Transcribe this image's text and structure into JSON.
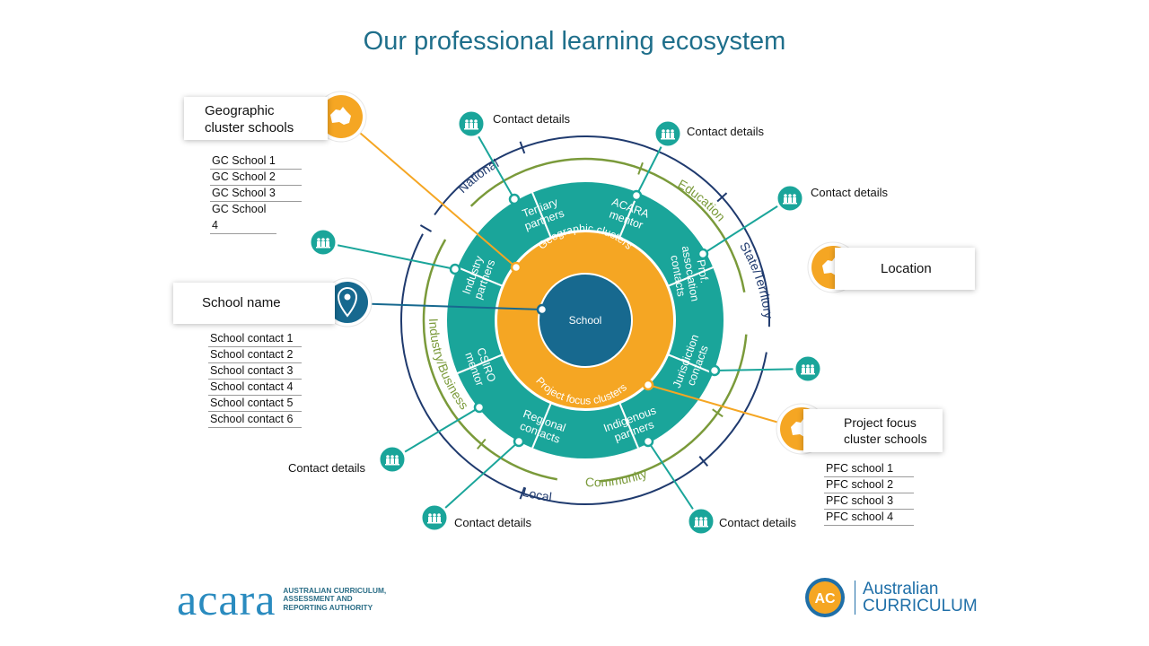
{
  "title": "Our professional learning ecosystem",
  "center": "School",
  "inner_ring": {
    "top": "Geographic clusters",
    "bottom": "Project focus clusters"
  },
  "segments": [
    {
      "label": [
        "Tertiary",
        "partners"
      ]
    },
    {
      "label": [
        "ACARA",
        "mentor"
      ]
    },
    {
      "label": [
        "Prof.",
        "association",
        "contacts"
      ]
    },
    {
      "label": [
        "Jurisdiction",
        "contacts"
      ]
    },
    {
      "label": [
        "Indigenous",
        "partners"
      ]
    },
    {
      "label": [
        "Regional",
        "contacts"
      ]
    },
    {
      "label": [
        "CSIRO",
        "mentor"
      ]
    },
    {
      "label": [
        "Industry",
        "partners"
      ]
    }
  ],
  "outer_labels": {
    "national": "National",
    "education": "Education",
    "state": "State/Territory",
    "industry": "Industry/Business",
    "community": "Community",
    "local": "Local"
  },
  "callouts": {
    "geographic": [
      "Geographic",
      "cluster schools"
    ],
    "school_name": "School name",
    "location": "Location",
    "project_focus": [
      "Project focus",
      "cluster schools"
    ]
  },
  "gc_schools": [
    "GC School 1",
    "GC School 2",
    "GC School 3",
    "GC School 4"
  ],
  "school_contacts": [
    "School contact 1",
    "School contact 2",
    "School contact 3",
    "School contact 4",
    "School contact 5",
    "School contact 6"
  ],
  "pfc_schools": [
    "PFC school 1",
    "PFC school 2",
    "PFC school 3",
    "PFC school 4"
  ],
  "contact_label": "Contact details",
  "logos": {
    "acara_word": "acara",
    "acara_sub": [
      "AUSTRALIAN CURRICULUM,",
      "ASSESSMENT AND",
      "REPORTING AUTHORITY"
    ],
    "ac_mark": "AC",
    "ac_text": [
      "Australian",
      "CURRICULUM"
    ]
  },
  "colors": {
    "teal": "#1aa59a",
    "orange": "#f5a623",
    "navy": "#1f3a6e",
    "olive": "#7a9a3a",
    "school_blue": "#17698f"
  }
}
